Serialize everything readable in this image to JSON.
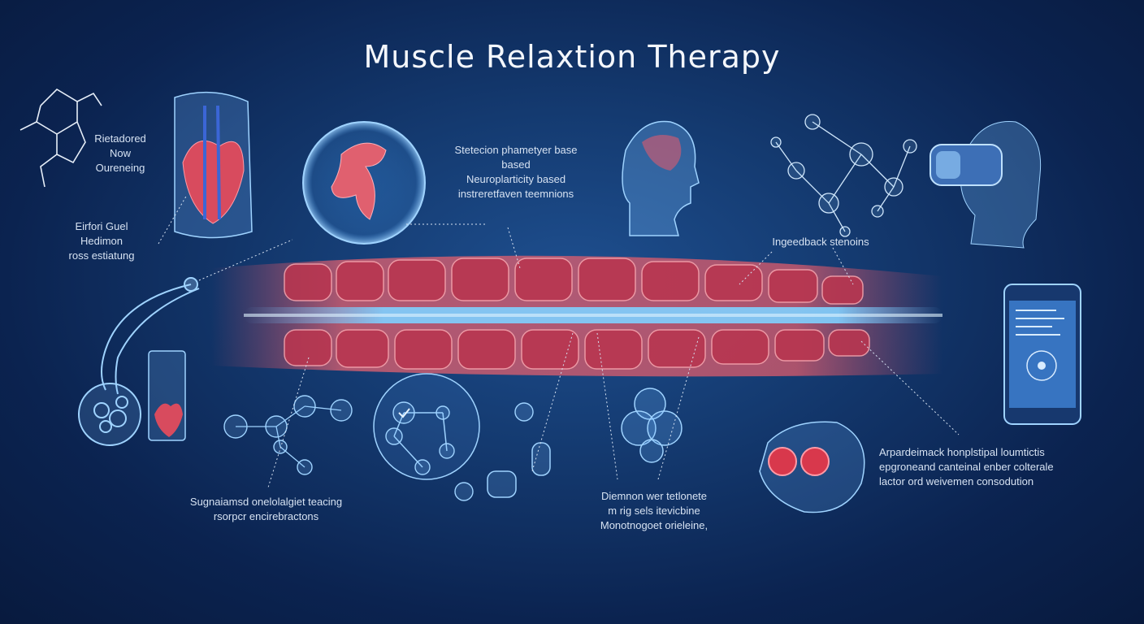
{
  "title": "Muscle Relaxtion Therapy",
  "labels": {
    "chem": [
      "Rietadored",
      "Now",
      "Oureneing"
    ],
    "effect": [
      "Eirfori Guel",
      "Hedimon",
      "ross estiatung"
    ],
    "top_center": [
      "Stetecion phametyer base",
      "based",
      "Neuroplarticity based",
      "instreretfaven teemnions"
    ],
    "feedback": [
      "Ingeedback stenoins"
    ],
    "bottom_left": [
      "Sugnaiamsd onelolalgiet teacing",
      "rsorpcr encirebractons"
    ],
    "bottom_center": [
      "Diemnon wer tetlonete",
      "m rig sels itevicbine",
      "Monotnogoet orieleine,"
    ],
    "bottom_right": [
      "Arpardeimack honplstipal loumtictis",
      "epgroneand canteinal enber colterale",
      "lactor ord weivemen consodution"
    ]
  },
  "colors": {
    "background": "#0b2350",
    "accent": "#9fd3ff",
    "tissue": "#e0556a"
  },
  "icons": [
    "molecule-icon",
    "torso-heart-icon",
    "brain-sphere-icon",
    "head-profile-icon",
    "neural-network-icon",
    "vr-headset-icon",
    "catheter-icon",
    "test-tube-heart-icon",
    "network-nodes-icon",
    "check-node-icon",
    "cell-division-icon",
    "heart-eyes-icon",
    "smartphone-icon"
  ]
}
